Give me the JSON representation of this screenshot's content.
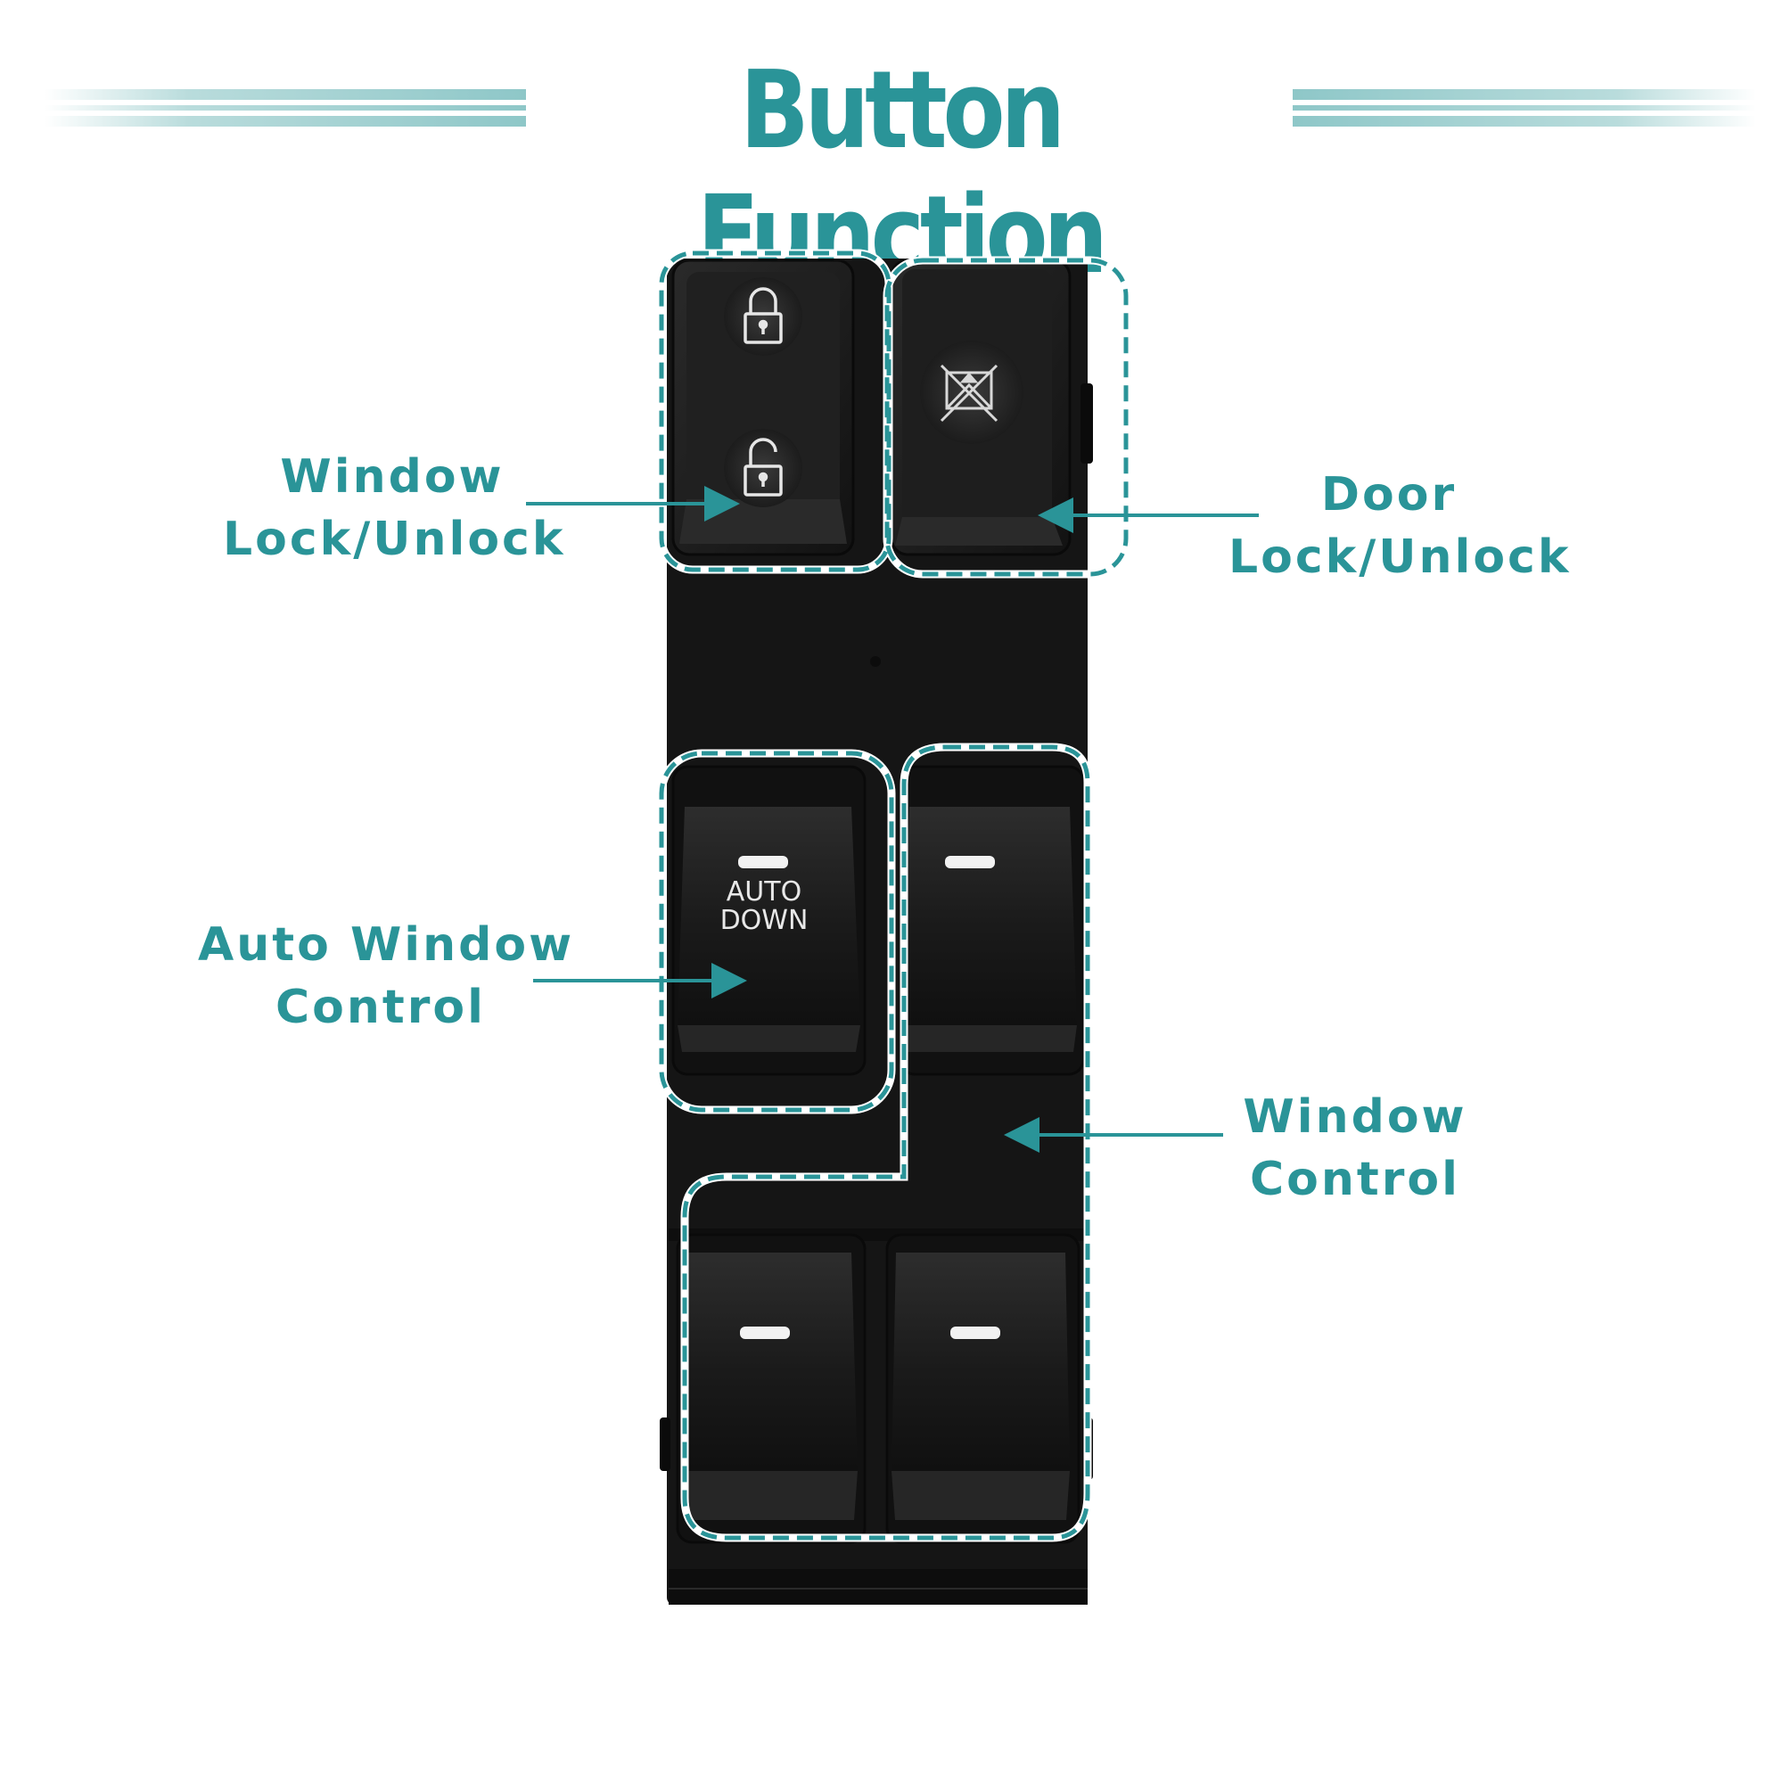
{
  "title": "Button Function",
  "labels": {
    "window_lock": {
      "line1": "Window",
      "line2": "Lock/Unlock"
    },
    "door_lock": {
      "line1": "Door",
      "line2": "Lock/Unlock"
    },
    "auto_window": {
      "line1": "Auto Window",
      "line2": "Control"
    },
    "window_control": {
      "line1": "Window",
      "line2": "Control"
    }
  },
  "switch": {
    "auto_line1": "AUTO",
    "auto_line2": "DOWN"
  },
  "colors": {
    "accent": "#2a9498",
    "panel": "#131313",
    "button": "#1c1c1c",
    "indicator": "#f2f2f2"
  },
  "icons": {
    "lock": "lock-icon",
    "unlock": "unlock-icon",
    "door_lock_disable": "door-lock-disable-icon"
  }
}
